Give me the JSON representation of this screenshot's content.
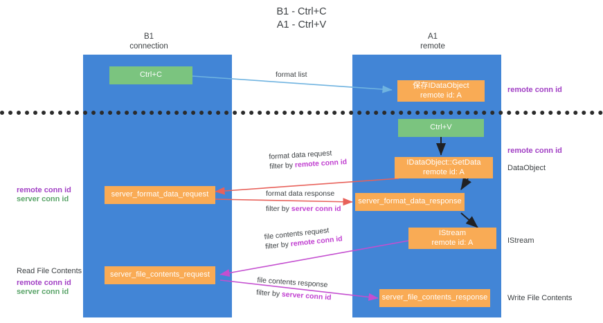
{
  "title": {
    "line1": "B1 - Ctrl+C",
    "line2": "A1 - Ctrl+V"
  },
  "lanes": [
    {
      "name": "left-lane",
      "head_line1": "B1",
      "head_line2": "connection",
      "color": "#4285d6"
    },
    {
      "name": "right-lane",
      "head_line1": "A1",
      "head_line2": "remote",
      "color": "#4285d6"
    }
  ],
  "nodes": {
    "ctrl_c": {
      "label": "Ctrl+C",
      "color": "#7bc47f"
    },
    "save_dataobject": {
      "line1": "保存IDataObject",
      "line2": "remote id: A",
      "color": "#f9ab55"
    },
    "ctrl_v": {
      "label": "Ctrl+V",
      "color": "#7bc47f"
    },
    "getdata": {
      "line1": "IDataObject::GetData",
      "line2": "remote id: A",
      "color": "#f9ab55"
    },
    "server_format_data_request": {
      "label": "server_format_data_request",
      "color": "#f9ab55"
    },
    "server_format_data_response": {
      "label": "server_format_data_response",
      "color": "#f9ab55"
    },
    "istream": {
      "line1": "IStream",
      "line2": "remote id: A",
      "color": "#f9ab55"
    },
    "server_file_contents_request": {
      "label": "server_file_contents_request",
      "color": "#f9ab55"
    },
    "server_file_contents_response": {
      "label": "server_file_contents_response",
      "color": "#f9ab55"
    }
  },
  "edges": {
    "format_list": {
      "label": "format list",
      "color": "#6fb3e0"
    },
    "format_data_request": {
      "label": "format data request",
      "filter_prefix": "filter by ",
      "filter_key": "remote conn id",
      "color": "#e8615a"
    },
    "format_data_response": {
      "label": "format data response",
      "filter_prefix": "filter by ",
      "filter_key": "server conn id",
      "color": "#e8615a"
    },
    "file_contents_request": {
      "label": "file contents request",
      "filter_prefix": "filter by ",
      "filter_key": "remote conn id",
      "color": "#c44fd0"
    },
    "file_contents_response": {
      "label": "file contents response",
      "filter_prefix": "filter by ",
      "filter_key": "server conn id",
      "color": "#c44fd0"
    }
  },
  "annotations": {
    "right_remote_conn_id_top": "remote conn id",
    "right_remote_conn_id_mid": "remote conn id",
    "right_dataobject": "DataObject",
    "right_istream": "IStream",
    "right_write_file_contents": "Write File Contents",
    "left_remote_conn_id_mid": "remote conn id",
    "left_server_conn_id_mid": "server conn id",
    "left_read_file_contents": "Read File Contents",
    "left_remote_conn_id_bottom": "remote conn id",
    "left_server_conn_id_bottom": "server conn id"
  }
}
